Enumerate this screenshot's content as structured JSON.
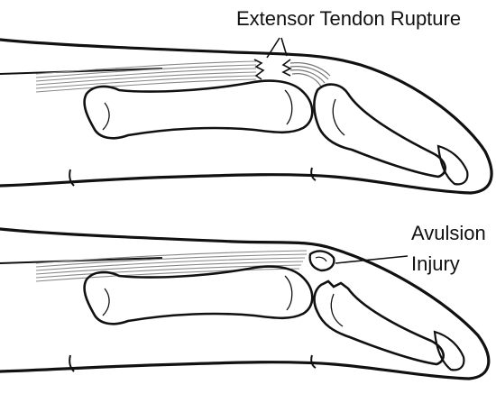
{
  "labels": {
    "top": "Extensor Tendon Rupture",
    "bottom_line1": "Avulsion",
    "bottom_line2": "Injury"
  },
  "colors": {
    "ink": "#111111",
    "background": "#ffffff",
    "tendon": "#9a9a9a"
  }
}
